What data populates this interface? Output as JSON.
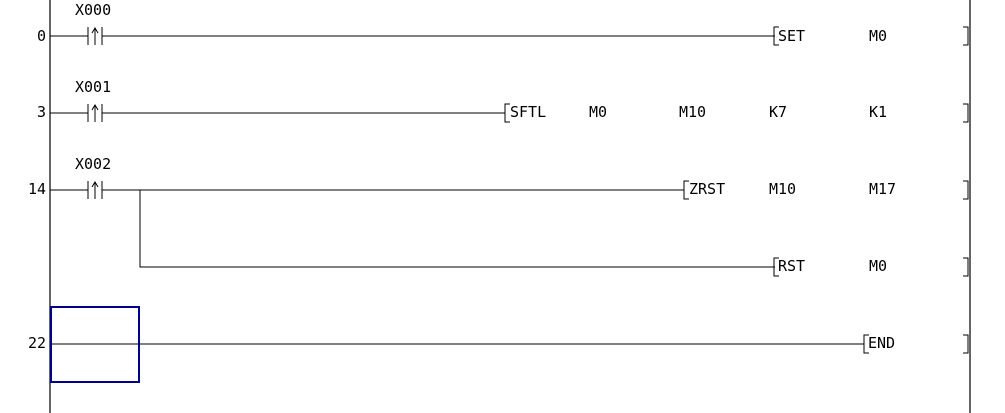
{
  "editor": {
    "cursor_color": "#00008b",
    "line_color": "#000000",
    "background": "#ffffff"
  },
  "rungs": [
    {
      "step": "0",
      "contact": {
        "device": "X000",
        "type": "rising-edge"
      },
      "instruction": {
        "mnemonic": "SET",
        "operands": [
          "M0"
        ]
      }
    },
    {
      "step": "3",
      "contact": {
        "device": "X001",
        "type": "rising-edge"
      },
      "instruction": {
        "mnemonic": "SFTL",
        "operands": [
          "M0",
          "M10",
          "K7",
          "K1"
        ]
      }
    },
    {
      "step": "14",
      "contact": {
        "device": "X002",
        "type": "rising-edge"
      },
      "instruction": {
        "mnemonic": "ZRST",
        "operands": [
          "M10",
          "M17"
        ]
      },
      "branch": {
        "mnemonic": "RST",
        "operands": [
          "M0"
        ]
      }
    },
    {
      "step": "22",
      "instruction": {
        "mnemonic": "END",
        "operands": []
      }
    }
  ]
}
